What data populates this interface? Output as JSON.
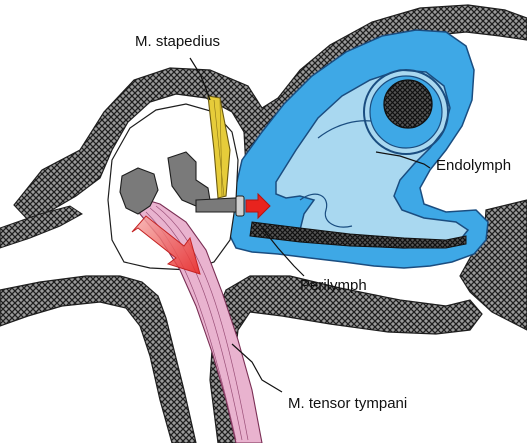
{
  "labels": {
    "stapedius": "M. stapedius",
    "endolymph": "Endolymph",
    "perilymph": "Perilymph",
    "tensor": "M. tensor tympani"
  },
  "colors": {
    "bone_fill": "#8c8c8c",
    "bone_line": "#1e1e1e",
    "perilymph": "#3ea8e6",
    "endolymph": "#a9d8f0",
    "ossicle": "#7a7a7a",
    "stapedius": "#e6cc3a",
    "tensor": "#e9b3cf",
    "arrow_red": "#e8231e",
    "arrow_pink": "#f08a8a"
  }
}
